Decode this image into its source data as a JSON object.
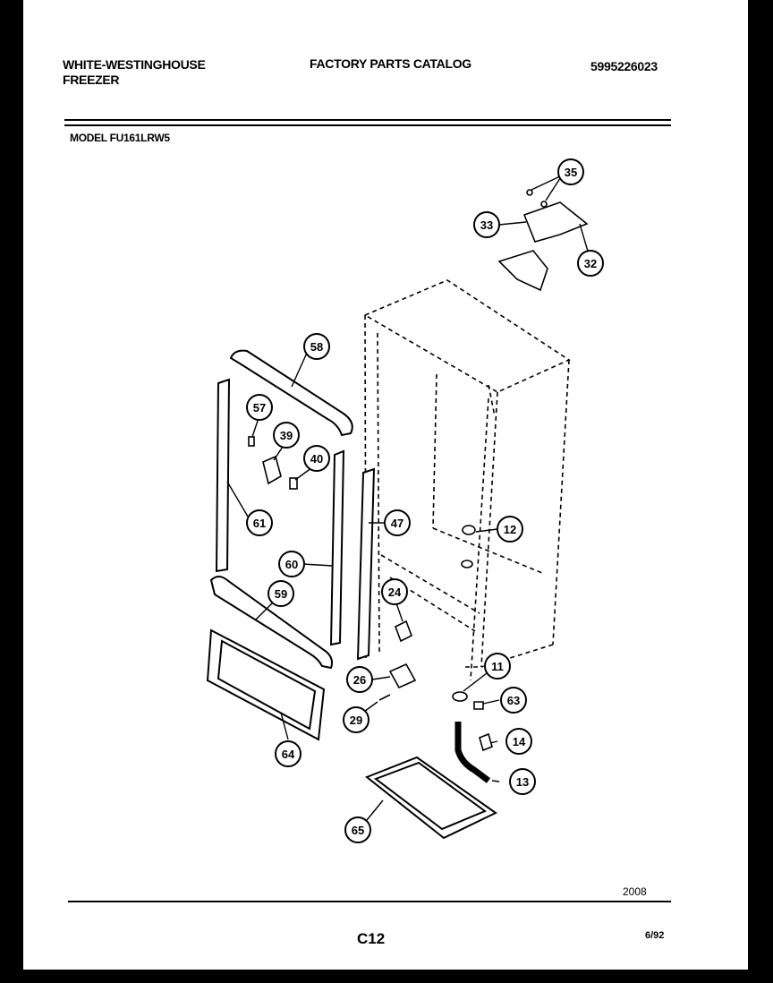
{
  "header": {
    "brand_line1": "WHITE-WESTINGHOUSE",
    "brand_line2": "FREEZER",
    "catalog_title": "FACTORY PARTS CATALOG",
    "part_number": "5995226023"
  },
  "model": "MODEL FU161LRW5",
  "footer": {
    "code": "2008",
    "page": "C12",
    "date": "6/92"
  },
  "callouts": [
    "35",
    "33",
    "32",
    "58",
    "57",
    "39",
    "40",
    "61",
    "47",
    "12",
    "60",
    "59",
    "24",
    "11",
    "26",
    "63",
    "29",
    "14",
    "64",
    "13",
    "65"
  ]
}
